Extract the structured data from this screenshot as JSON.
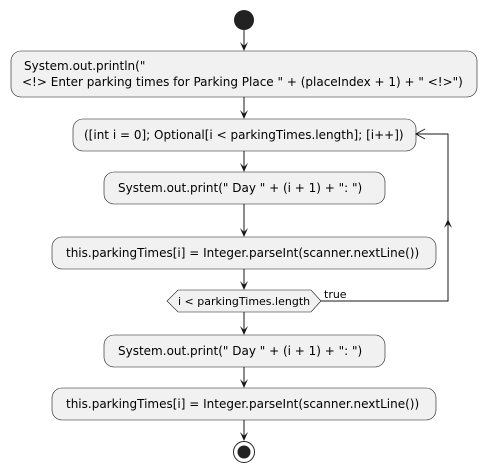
{
  "nodes": {
    "println_line1": "System.out.println(\"",
    "println_line2": "<!> Enter parking times for Parking Place \" + (placeIndex + 1) + \" <!>\")",
    "loop_header": "([int i = 0]; Optional[i < parkingTimes.length]; [i++])",
    "print_day_1": "System.out.print(\"   Day \" + (i + 1) + \": \")",
    "parse_1": "this.parkingTimes[i] = Integer.parseInt(scanner.nextLine())",
    "condition": "i < parkingTimes.length",
    "condition_true_label": "true",
    "print_day_2": "System.out.print(\"   Day \" + (i + 1) + \": \")",
    "parse_2": "this.parkingTimes[i] = Integer.parseInt(scanner.nextLine())"
  },
  "colors": {
    "node_fill": "#F1F1F1",
    "stroke": "#181818",
    "start_stop": "#222222"
  }
}
